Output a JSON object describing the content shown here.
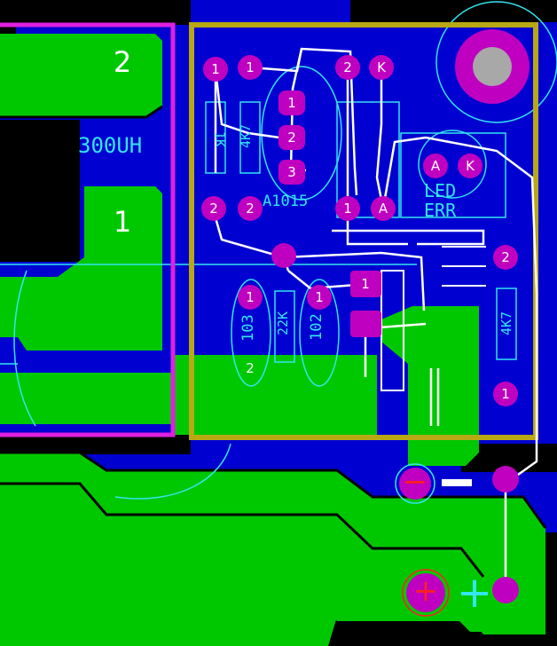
{
  "board": {
    "colors": {
      "background": "#000000",
      "plane": "#0000d0",
      "copper": "#00c800",
      "pad": "#c000c0",
      "silkscreen": "#33e6f0",
      "outline_yellow": "#b8a814",
      "outline_magenta": "#e020e0",
      "jumper": "#ffffff",
      "minus": "#ff2020",
      "plus": "#ff2020"
    },
    "labels": {
      "inductor": "300UH",
      "transistor": "A1015",
      "led": "LED",
      "err": "ERR",
      "r_left": "1K",
      "r_mid": "4K7",
      "r_right": "4K7",
      "c103": "103",
      "r22k": "22K",
      "c102": "102",
      "big_pin_2": "2",
      "big_pin_1": "1",
      "c103_pin2": "2"
    },
    "pads": {
      "p1": "1",
      "p2": "2",
      "p3": "3",
      "k": "K",
      "a": "A"
    },
    "polarity": {
      "minus": "−",
      "plus": "+"
    }
  }
}
